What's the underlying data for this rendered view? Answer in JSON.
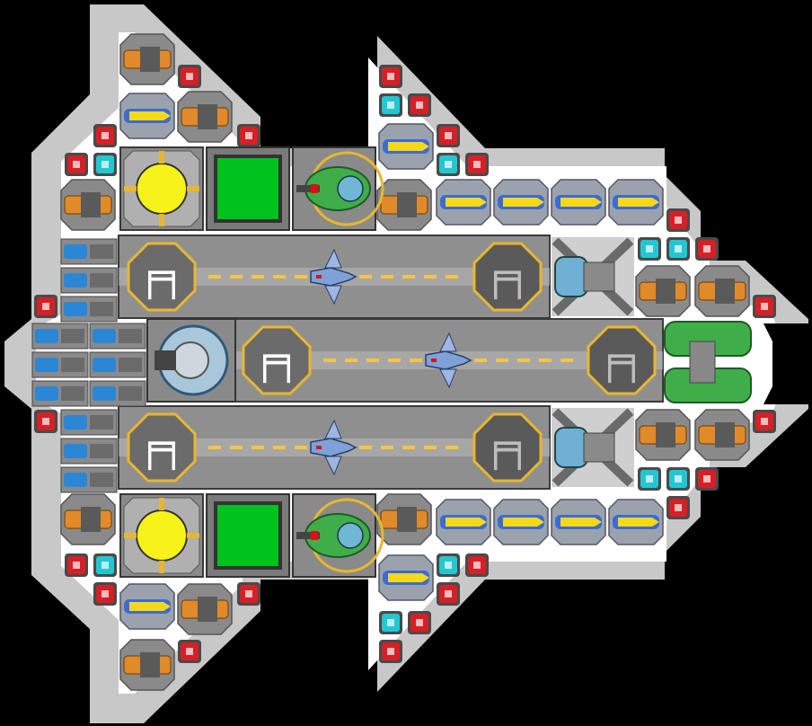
{
  "scene": {
    "kind": "top-down ship layout",
    "palette": {
      "space": "#000000",
      "hull_outer": "#c8c8c8",
      "hull_inner": "#ffffff",
      "bay_gray": "#8f8f8f",
      "bay_stripe": "#b8b8b8",
      "lane_dash": "#f4c542",
      "pad_ring": "#e8b72f",
      "pad_dark": "#5a5a5a",
      "module_frame": "#777777",
      "reactor_yellow": "#f7f21a",
      "green_panel": "#00c21d",
      "green_tank": "#3fae49",
      "red_block": "#d71f26",
      "cyan_block": "#22c7d1",
      "turret_orange": "#e08a2a",
      "missile_yellow": "#f4d81a",
      "missile_blue": "#3d6bd1",
      "fighter_blue": "#7ea2d8",
      "battery_blue": "#2b86d6"
    },
    "icons": {
      "pad": "launch-pad-icon",
      "fighter": "fighter-icon",
      "reactor": "reactor-icon",
      "turret": "turret-icon",
      "missile": "missile-launcher-icon",
      "shield_node": "shield-node-icon",
      "battery": "battery-icon",
      "gun_pod": "gun-pod-icon",
      "engine": "engine-icon"
    },
    "bays": [
      {
        "id": "upper",
        "pads": [
          "╒╕",
          "╒╕"
        ]
      },
      {
        "id": "middle",
        "pads": [
          "╒╕",
          "╒╕"
        ]
      },
      {
        "id": "lower",
        "pads": [
          "╒╕",
          "╒╕"
        ]
      }
    ]
  }
}
